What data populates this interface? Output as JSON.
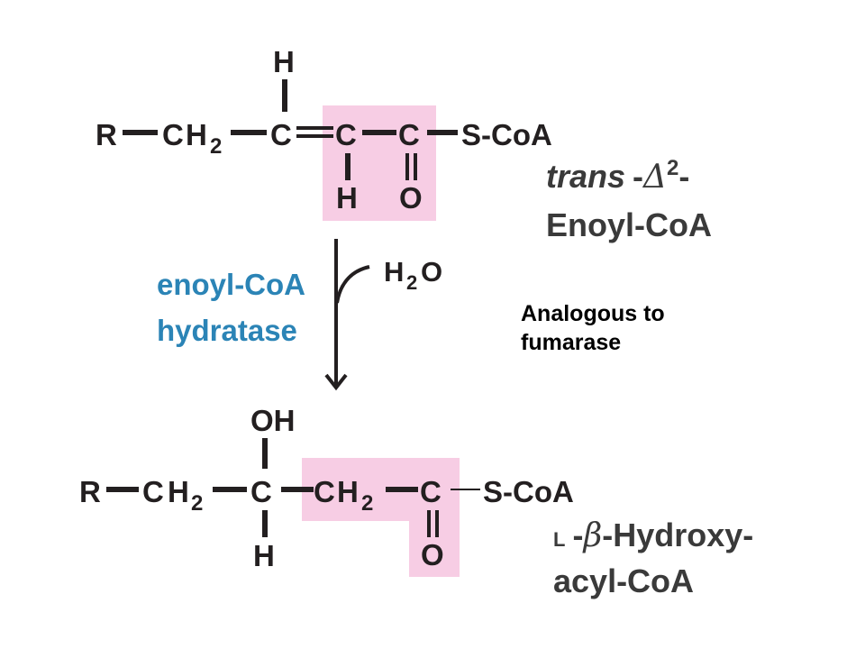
{
  "colors": {
    "highlight": "#f7cde4",
    "enzyme": "#2b84b6",
    "structure": "#231f20"
  },
  "substrate": {
    "r": "R",
    "ch2_c": "C",
    "ch2_h": "H",
    "ch2_sub": "2",
    "c_alpha": "C",
    "c_beta": "C",
    "c_carbonyl": "C",
    "s_coa": "S-CoA",
    "h_top": "H",
    "h_bottom": "H",
    "o": "O",
    "name_italic": "trans",
    "name_prefix_dash": "-",
    "delta": "Δ",
    "delta_sup": "2",
    "name_suffix_dash": "-",
    "name_line2": "Enoyl-CoA"
  },
  "reaction": {
    "enzyme_line1": "enoyl-CoA",
    "enzyme_line2": "hydratase",
    "reagent_h": "H",
    "reagent_sub": "2",
    "reagent_o": "O"
  },
  "product": {
    "r": "R",
    "ch2_c": "C",
    "ch2_h": "H",
    "ch2_sub": "2",
    "c_center": "C",
    "oh": "OH",
    "h_bottom": "H",
    "ch2b_c": "C",
    "ch2b_h": "H",
    "ch2b_sub": "2",
    "c_carbonyl": "C",
    "o": "O",
    "s_coa": "S-CoA",
    "name_l": "L",
    "name_dash": "-",
    "beta": "β",
    "name_rest": "-Hydroxy-",
    "name_line2": "acyl-CoA"
  },
  "annotation": {
    "line1": "Analogous to",
    "line2": "fumarase"
  }
}
